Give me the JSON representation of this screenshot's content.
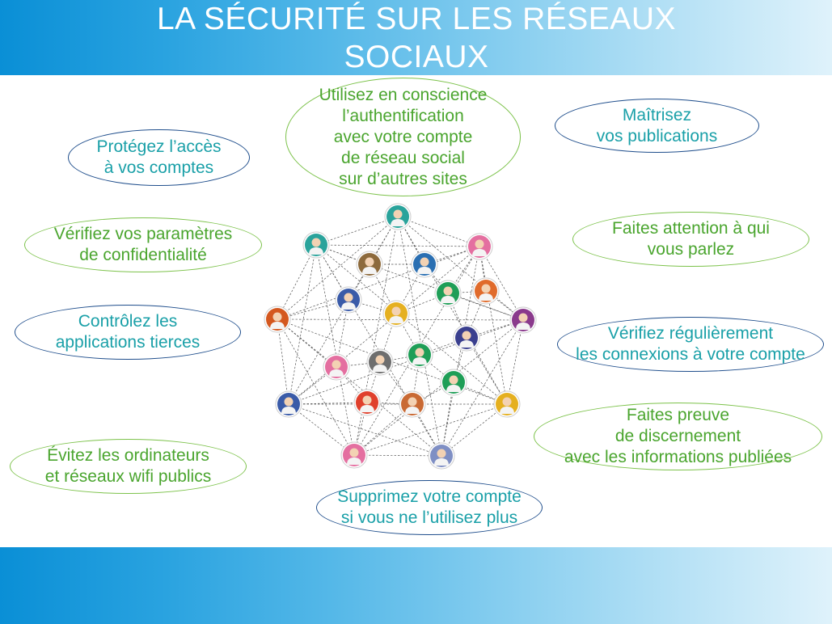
{
  "title": "LA SÉCURITÉ SUR LES RÉSEAUX SOCIAUX",
  "colors": {
    "blue_border": "#1f4e8c",
    "green_border": "#7cc24a",
    "teal_text": "#1aa0a8",
    "green_text": "#4aa52e",
    "band_start": "#0a8fd6",
    "band_end": "#dff2fb"
  },
  "tips": {
    "authentication": "Utilisez en conscience\nl’authentification\navec votre compte\nde réseau social\nsur d’autres sites",
    "account_access": "Protégez l’accès\nà vos comptes",
    "publications": "Maîtrisez\nvos publications",
    "privacy_settings": "Vérifiez vos paramètres\nde confidentialité",
    "careful_contact": "Faites attention à qui\nvous parlez",
    "third_party_apps": "Contrôlez les\napplications tierces",
    "check_connections": "Vérifiez régulièrement\nles connexions à votre compte",
    "discernment": "Faites preuve\nde discernement\navec les informations publiées",
    "public_wifi": "Évitez les ordinateurs\net réseaux wifi publics",
    "delete_account": "Supprimez votre compte\nsi vous ne l’utilisez plus"
  },
  "network": {
    "people": [
      {
        "color": "#2aa39b"
      },
      {
        "color": "#2aa39b"
      },
      {
        "color": "#e46fa0"
      },
      {
        "color": "#8d6a3c"
      },
      {
        "color": "#2a6fb2"
      },
      {
        "color": "#1f9e57"
      },
      {
        "color": "#e06b2c"
      },
      {
        "color": "#3a5ba8"
      },
      {
        "color": "#e5b020"
      },
      {
        "color": "#d4581f"
      },
      {
        "color": "#8a3a8c"
      },
      {
        "color": "#3a3f8e"
      },
      {
        "color": "#e46fa0"
      },
      {
        "color": "#6e6e6e"
      },
      {
        "color": "#1f9e57"
      },
      {
        "color": "#1f9e57"
      },
      {
        "color": "#3a5ba8"
      },
      {
        "color": "#e0402c"
      },
      {
        "color": "#c96a34"
      },
      {
        "color": "#e5b020"
      },
      {
        "color": "#e46fa0"
      },
      {
        "color": "#7f8fc4"
      }
    ]
  }
}
